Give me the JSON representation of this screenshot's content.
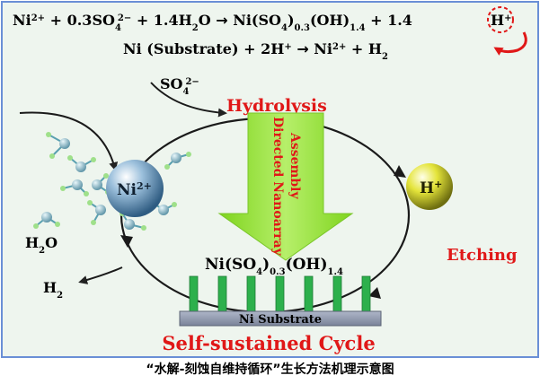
{
  "equations": {
    "eq1": {
      "ni": "Ni",
      "ni_charge": "2+",
      "plus": " + ",
      "coef_so4": "0.3",
      "so4": "SO",
      "so4_sub": "4",
      "so4_charge": "2−",
      "coef_h2o": "1.4",
      "h2o_h": "H",
      "h2o_sub": "2",
      "h2o_o": "O",
      "arrow": " → ",
      "prod_ni": "Ni(SO",
      "prod_sub1": "4",
      "prod_mid": ")",
      "prod_sub2": "0.3",
      "prod_oh": "(OH)",
      "prod_sub3": "1.4",
      "coef_h": "1.4",
      "h": "H",
      "h_charge": "+"
    },
    "eq2": {
      "text_a": "Ni (Substrate) + 2H",
      "h_charge": "+",
      "arrow": " → ",
      "text_b": "Ni",
      "ni_charge": "2+",
      "text_c": " + H",
      "h2_sub": "2"
    }
  },
  "labels": {
    "so4": "SO",
    "so4_sub": "4",
    "so4_charge": "2−",
    "hydrolysis": "Hydrolysis",
    "ni_ion": "Ni",
    "ni_ion_charge": "2+",
    "h_ion": "H",
    "h_ion_charge": "+",
    "h2o": "H",
    "h2o_sub": "2",
    "h2o_o": "O",
    "etching": "Etching",
    "h2": "H",
    "h2_sub": "2",
    "product": "Ni(SO",
    "product_sub1": "4",
    "product_mid": ")",
    "product_sub2": "0.3",
    "product_oh": "(OH)",
    "product_sub3": "1.4",
    "substrate": "Ni Substrate",
    "arrow_line1": "Directed Nanoarray",
    "arrow_line2": "Assembly",
    "cycle_title": "Self-sustained Cycle"
  },
  "caption": "“水解-刻蚀自维持循环”生长方法机理示意图",
  "colors": {
    "background": "#eef5ee",
    "frame_border": "#6a8fd6",
    "red_text": "#e01818",
    "arrow_green": "#8fdc2a",
    "ni_ion": "#7aa2c6",
    "h_ion": "#dede22",
    "substrate": "#8c96aa",
    "nanorod": "#2db04c",
    "molecule": "#8ab8c8"
  },
  "icons": {
    "ni_ion": "blue-sphere",
    "h_ion": "yellow-sphere",
    "water": "ball-and-stick-molecule",
    "highlight": "dashed-circle-with-return-arrow"
  }
}
